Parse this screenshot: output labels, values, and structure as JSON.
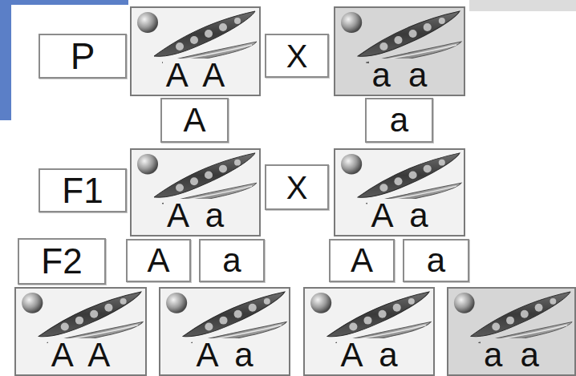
{
  "diagram": {
    "nodes": [
      {
        "text": [
          "P"
        ]
      },
      {
        "text": [
          "A A"
        ]
      },
      {
        "text": [
          "X"
        ]
      },
      {
        "text": [
          "a a"
        ]
      },
      {
        "text": [
          "A"
        ]
      },
      {
        "text": [
          "a"
        ]
      },
      {
        "text": [
          "F1"
        ]
      },
      {
        "text": [
          "A a"
        ]
      },
      {
        "text": [
          "X"
        ]
      },
      {
        "text": [
          "A a"
        ]
      },
      {
        "text": [
          "F2"
        ]
      },
      {
        "text": [
          "A"
        ]
      },
      {
        "text": [
          "a"
        ]
      },
      {
        "text": [
          "A"
        ]
      },
      {
        "text": [
          "a"
        ]
      },
      {
        "text": [
          "A A"
        ]
      },
      {
        "text": [
          "A a"
        ]
      },
      {
        "text": [
          "A a"
        ]
      },
      {
        "text": [
          "a a"
        ]
      }
    ]
  }
}
